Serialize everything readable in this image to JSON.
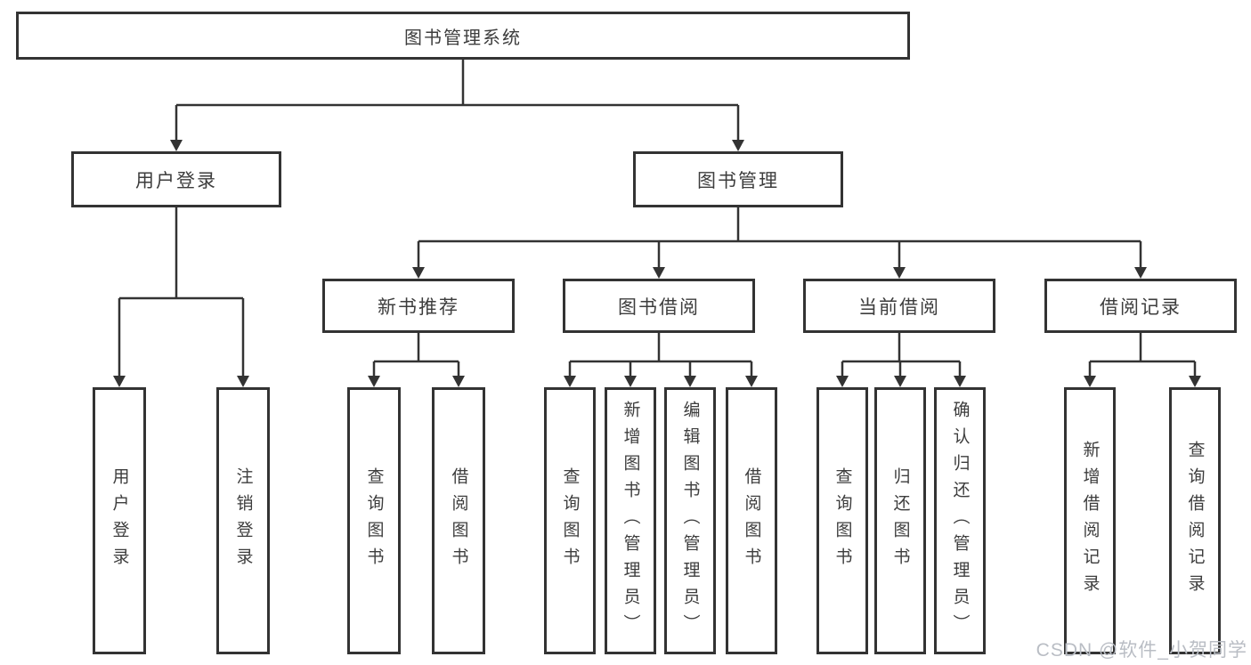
{
  "diagram_title": "图书管理系统",
  "tree": {
    "root": {
      "label": "图书管理系统"
    },
    "branches": [
      {
        "label": "用户登录",
        "children": [
          {
            "label": "用户登录"
          },
          {
            "label": "注销登录"
          }
        ]
      },
      {
        "label": "图书管理",
        "children": [
          {
            "label": "新书推荐",
            "children": [
              {
                "label": "查询图书"
              },
              {
                "label": "借阅图书"
              }
            ]
          },
          {
            "label": "图书借阅",
            "children": [
              {
                "label": "查询图书"
              },
              {
                "label": "新增图书（管理员）"
              },
              {
                "label": "编辑图书（管理员）"
              },
              {
                "label": "借阅图书"
              }
            ]
          },
          {
            "label": "当前借阅",
            "children": [
              {
                "label": "查询图书"
              },
              {
                "label": "归还图书"
              },
              {
                "label": "确认归还（管理员）"
              }
            ]
          },
          {
            "label": "借阅记录",
            "children": [
              {
                "label": "新增借阅记录"
              },
              {
                "label": "查询借阅记录"
              }
            ]
          }
        ]
      }
    ]
  },
  "watermark": "CSDN @软件_小贺同学",
  "colors": {
    "line": "#333333",
    "box_border": "#333333",
    "box_fill": "#ffffff",
    "text": "#3d3d3d",
    "watermark": "#b9bdc4"
  }
}
